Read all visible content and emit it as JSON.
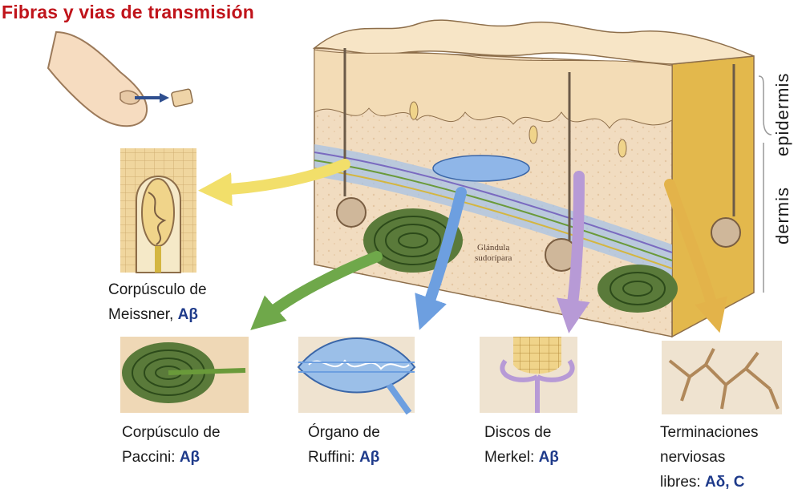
{
  "title": "Fibras y vias de transmisión",
  "layers": {
    "epidermis": "epidermis",
    "dermis": "dermis"
  },
  "gland_label": {
    "line1": "Glándula",
    "line2": "sudorípara"
  },
  "receptors": [
    {
      "name_line1": "Corpúsculo de",
      "name_line2": "Meissner,",
      "fibers": "Aβ"
    },
    {
      "name_line1": "Corpúsculo de",
      "name_line2": "Paccini:",
      "fibers": "Aβ"
    },
    {
      "name_line1": "Órgano de",
      "name_line2": "Ruffini:",
      "fibers": "Aβ"
    },
    {
      "name_line1": "Discos de",
      "name_line2": "Merkel:",
      "fibers": "Aβ"
    },
    {
      "name_line1": "Terminaciones",
      "name_line2": "nerviosas",
      "name_line3": "libres:",
      "fibers": "Aδ, C"
    }
  ],
  "colors": {
    "title": "#c0141b",
    "fiber_label": "#1e3a8a",
    "meissner_arrow": "#f2df6a",
    "paccini_arrow": "#6fa84a",
    "ruffini_arrow": "#6d9fe0",
    "merkel_arrow": "#b79ad6",
    "free_endings_arrow": "#e3b34a"
  }
}
